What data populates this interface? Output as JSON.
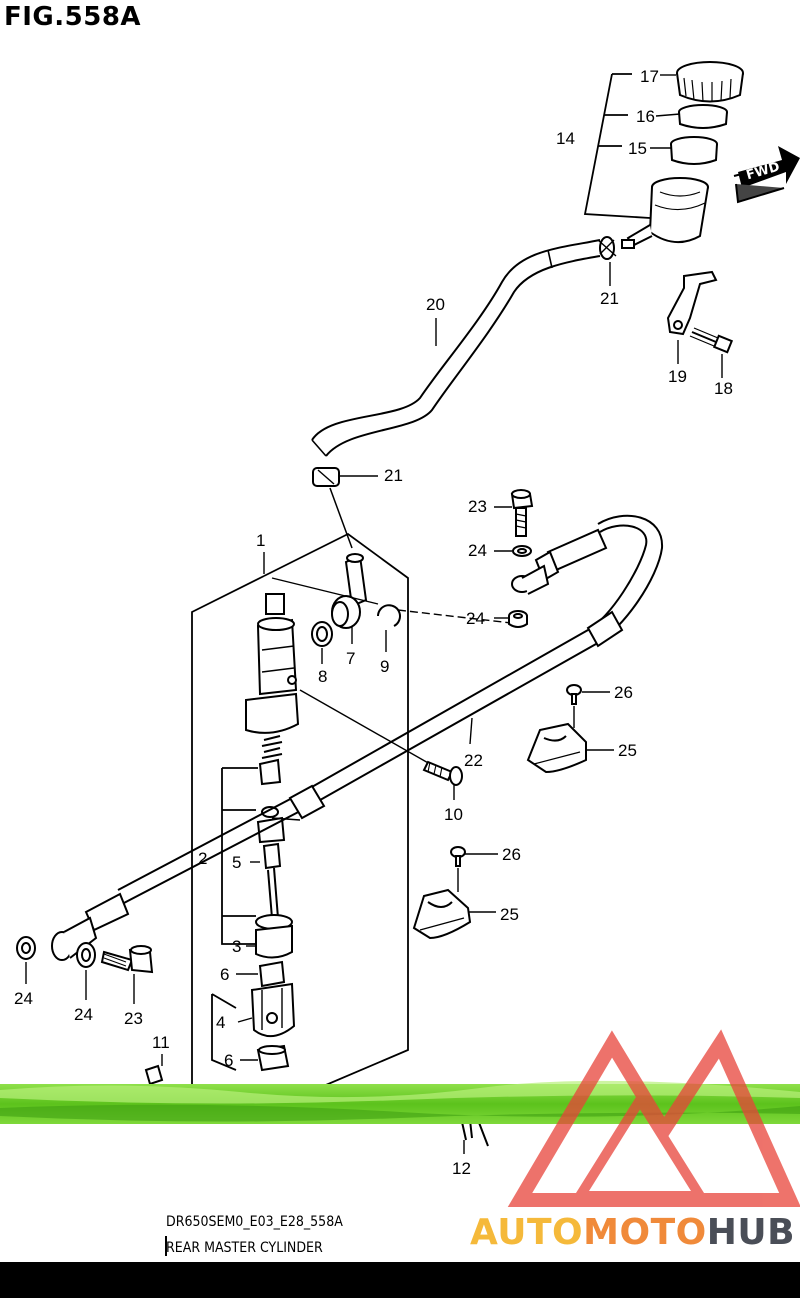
{
  "figure_title": "FIG.558A",
  "fwd_label": "FWD",
  "caption": {
    "code": "DR650SEM0_E03_E28_558A",
    "name": "REAR MASTER CYLINDER"
  },
  "watermark": {
    "part1": "AUTO",
    "part2": "MOTO",
    "part3": "HUB"
  },
  "colors": {
    "line": "#000000",
    "grass": "#6fd02a",
    "watermark_red": "#e8443a"
  },
  "callouts": {
    "c1": "1",
    "c2": "2",
    "c3": "3",
    "c4": "4",
    "c5": "5",
    "c6a": "6",
    "c6b": "6",
    "c7": "7",
    "c8": "8",
    "c9": "9",
    "c10": "10",
    "c11": "11",
    "c12": "12",
    "c14": "14",
    "c15": "15",
    "c16": "16",
    "c17": "17",
    "c18": "18",
    "c19": "19",
    "c20": "20",
    "c21a": "21",
    "c21b": "21",
    "c22": "22",
    "c23a": "23",
    "c23b": "23",
    "c24a": "24",
    "c24b": "24",
    "c24c": "24",
    "c24d": "24",
    "c25a": "25",
    "c25b": "25",
    "c26a": "26",
    "c26b": "26"
  }
}
